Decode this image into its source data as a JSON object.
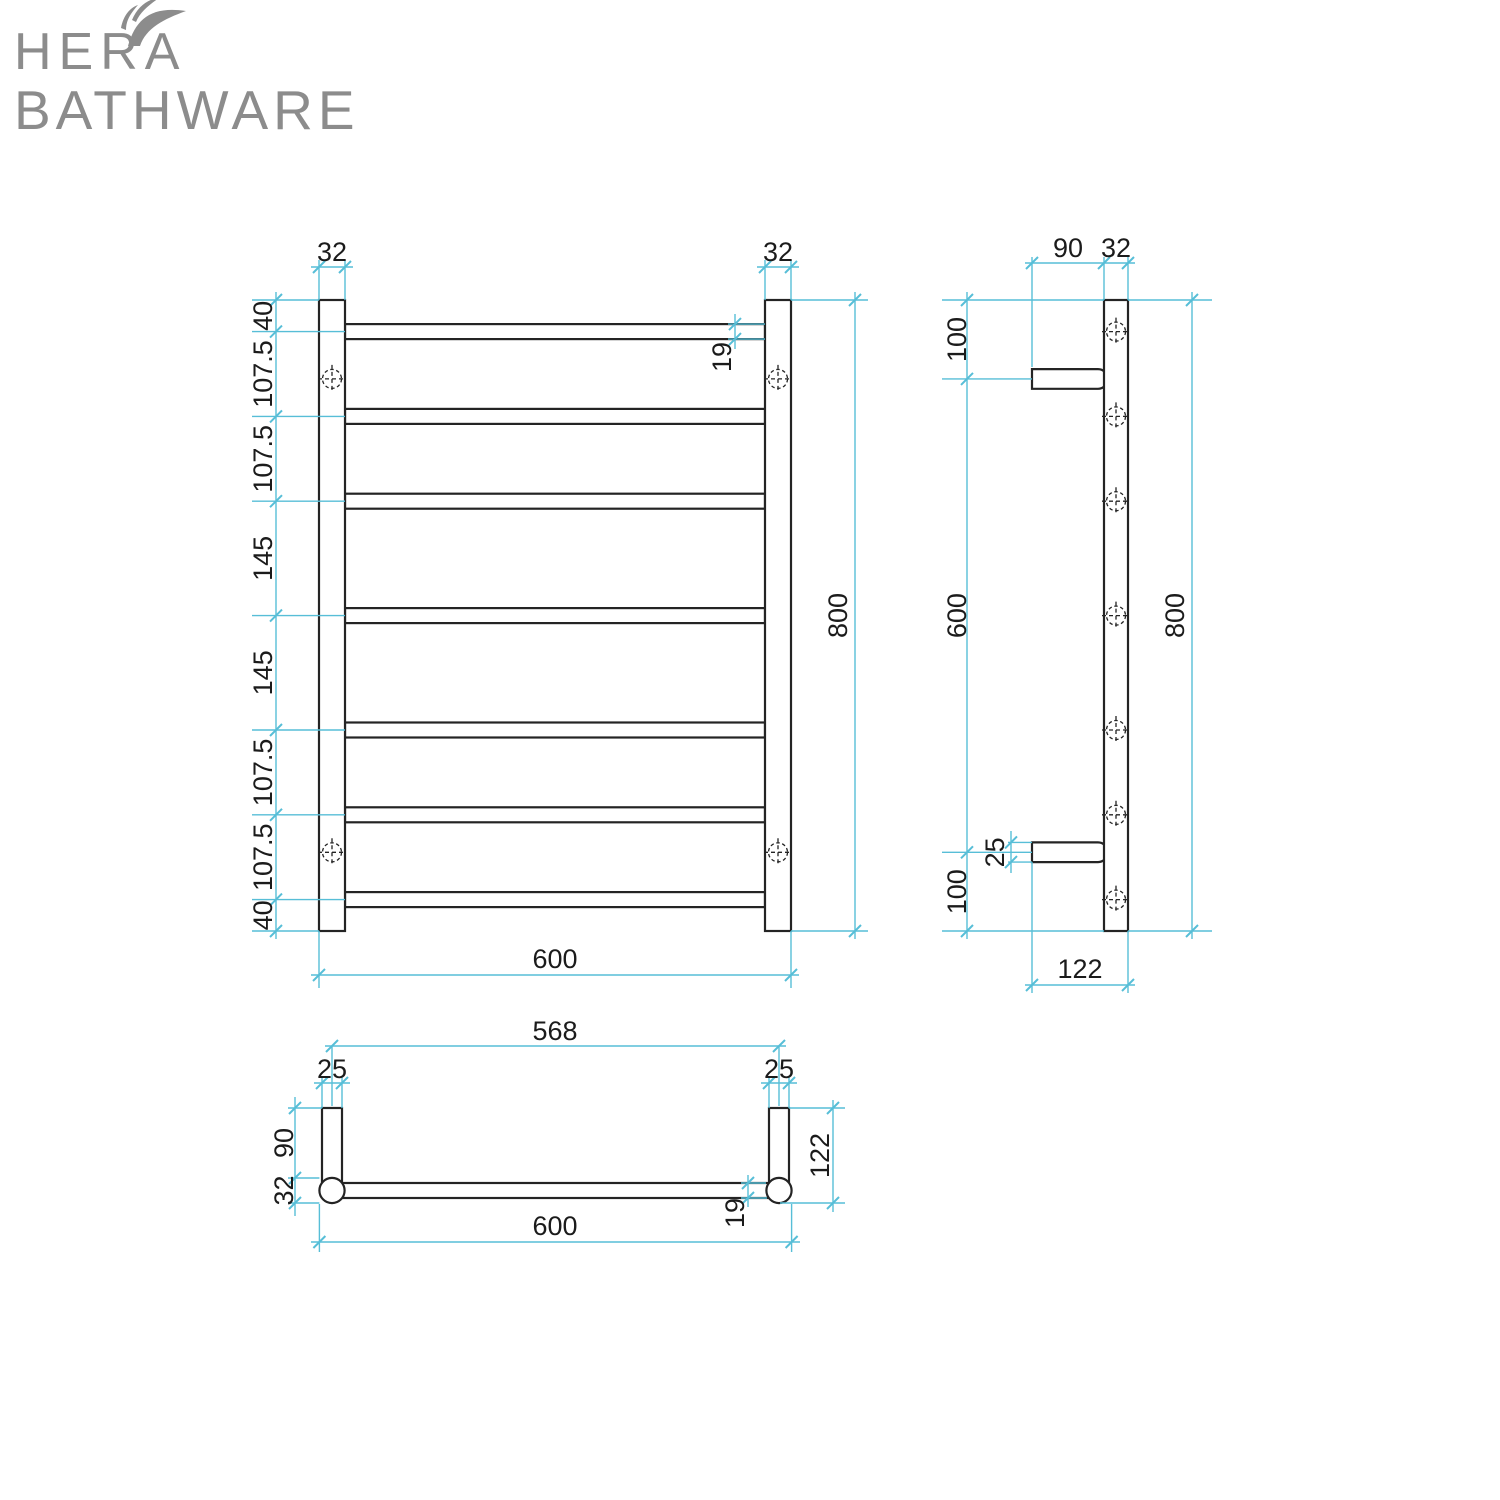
{
  "brand": {
    "line1": "HERA",
    "line2": "BATHWARE"
  },
  "colors": {
    "bg": "#ffffff",
    "line": "#242424",
    "dim": "#57bed7",
    "text": "#1b1b1b",
    "logo": "#8c8c8c"
  },
  "front_view": {
    "rail_width_left": "32",
    "rail_width_right": "32",
    "rung_diameter": "19",
    "spacings": [
      "40",
      "107.5",
      "107.5",
      "145",
      "145",
      "107.5",
      "107.5",
      "40"
    ],
    "overall_height": "800",
    "overall_width": "600"
  },
  "side_view": {
    "bracket_length": "90",
    "rail_depth": "32",
    "top_offset": "100",
    "bracket_span": "600",
    "bottom_offset": "100",
    "overall_height": "800",
    "bracket_diameter": "25",
    "overall_depth": "122"
  },
  "top_view": {
    "bracket_centres": "568",
    "bracket_diameter_left": "25",
    "bracket_diameter_right": "25",
    "bracket_length": "90",
    "rail_diameter": "32",
    "overall_depth": "122",
    "rung_diameter": "19",
    "overall_width": "600"
  }
}
